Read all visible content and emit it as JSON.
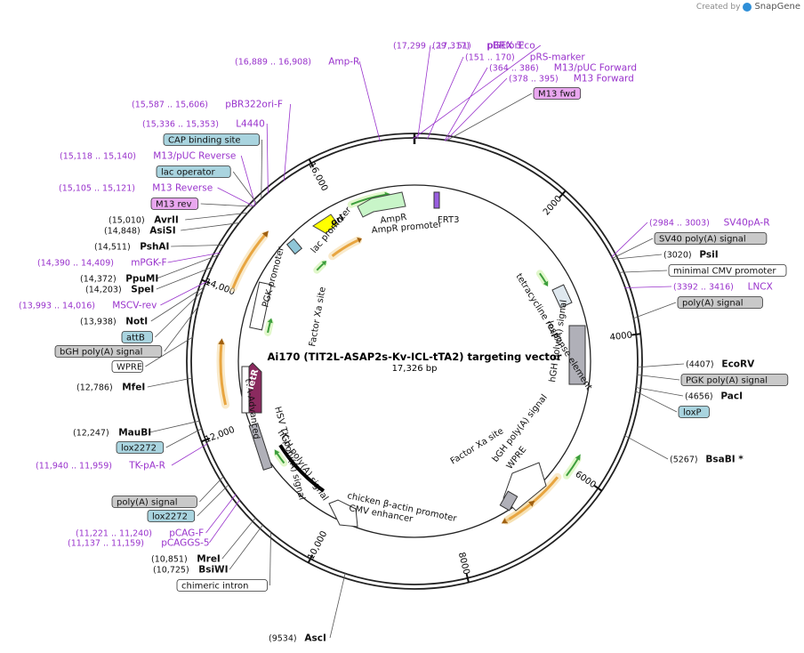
{
  "brand": {
    "created_by": "Created by",
    "name": "SnapGene"
  },
  "map": {
    "title": "Ai170 (TIT2L-ASAP2s-Kv-ICL-tTA2) targeting vector",
    "size_label": "17,326 bp",
    "length_bp": 17326,
    "ticks": [
      "2000",
      "4000",
      "6000",
      "8000",
      "10,000",
      "12,000",
      "14,000",
      "16,000"
    ]
  },
  "site_labels": [
    {
      "text": "pBRforEco",
      "coord": "(17,299 .. 17,317)",
      "style": "primer"
    },
    {
      "text": "pGEX 3'",
      "coord": "(29 .. 51)",
      "style": "primer"
    },
    {
      "text": "pRS-marker",
      "coord": "(151 .. 170)",
      "style": "primer"
    },
    {
      "text": "M13/pUC Forward",
      "coord": "(364 .. 386)",
      "style": "primer"
    },
    {
      "text": "M13 Forward",
      "coord": "(378 .. 395)",
      "style": "primer"
    },
    {
      "text": "M13 fwd",
      "coord": "",
      "style": "box-purple"
    },
    {
      "text": "Amp-R",
      "coord": "(16,889 .. 16,908)",
      "style": "primer"
    },
    {
      "text": "pBR322ori-F",
      "coord": "(15,587 .. 15,606)",
      "style": "primer"
    },
    {
      "text": "L4440",
      "coord": "(15,336 .. 15,353)",
      "style": "primer"
    },
    {
      "text": "CAP binding site",
      "coord": "",
      "style": "box-blue"
    },
    {
      "text": "M13/pUC Reverse",
      "coord": "(15,118 .. 15,140)",
      "style": "primer"
    },
    {
      "text": "lac operator",
      "coord": "",
      "style": "box-blue"
    },
    {
      "text": "M13 Reverse",
      "coord": "(15,105 .. 15,121)",
      "style": "primer"
    },
    {
      "text": "M13 rev",
      "coord": "",
      "style": "box-purple"
    },
    {
      "text": "AvrII",
      "coord": "(15,010)",
      "style": "enzyme"
    },
    {
      "text": "AsiSI",
      "coord": "(14,848)",
      "style": "enzyme"
    },
    {
      "text": "PshAI",
      "coord": "(14,511)",
      "style": "enzyme"
    },
    {
      "text": "mPGK-F",
      "coord": "(14,390 .. 14,409)",
      "style": "primer"
    },
    {
      "text": "PpuMI",
      "coord": "(14,372)",
      "style": "enzyme"
    },
    {
      "text": "SpeI",
      "coord": "(14,203)",
      "style": "enzyme"
    },
    {
      "text": "MSCV-rev",
      "coord": "(13,993 .. 14,016)",
      "style": "primer"
    },
    {
      "text": "NotI",
      "coord": "(13,938)",
      "style": "enzyme"
    },
    {
      "text": "attB",
      "coord": "",
      "style": "box-blue"
    },
    {
      "text": "bGH poly(A) signal",
      "coord": "",
      "style": "box-gray"
    },
    {
      "text": "WPRE",
      "coord": "",
      "style": "box-white"
    },
    {
      "text": "MfeI",
      "coord": "(12,786)",
      "style": "enzyme"
    },
    {
      "text": "MauBI",
      "coord": "(12,247)",
      "style": "enzyme"
    },
    {
      "text": "lox2272",
      "coord": "",
      "style": "box-blue"
    },
    {
      "text": "TK-pA-R",
      "coord": "(11,940 .. 11,959)",
      "style": "primer"
    },
    {
      "text": "poly(A) signal",
      "coord": "",
      "style": "box-gray"
    },
    {
      "text": "lox2272",
      "coord": "",
      "style": "box-blue"
    },
    {
      "text": "pCAG-F",
      "coord": "(11,221 .. 11,240)",
      "style": "primer"
    },
    {
      "text": "pCAGGS-5",
      "coord": "(11,137 .. 11,159)",
      "style": "primer"
    },
    {
      "text": "MreI",
      "coord": "(10,851)",
      "style": "enzyme"
    },
    {
      "text": "BsiWI",
      "coord": "(10,725)",
      "style": "enzyme"
    },
    {
      "text": "chimeric intron",
      "coord": "",
      "style": "box-white"
    },
    {
      "text": "AscI",
      "coord": "(9534)",
      "style": "enzyme"
    },
    {
      "text": "SV40pA-R",
      "coord": "(2984 .. 3003)",
      "style": "primer"
    },
    {
      "text": "SV40 poly(A) signal",
      "coord": "",
      "style": "box-gray"
    },
    {
      "text": "PsiI",
      "coord": "(3020)",
      "style": "enzyme"
    },
    {
      "text": "minimal CMV promoter",
      "coord": "",
      "style": "box-white"
    },
    {
      "text": "LNCX",
      "coord": "(3392 .. 3416)",
      "style": "primer"
    },
    {
      "text": "poly(A) signal",
      "coord": "",
      "style": "box-gray"
    },
    {
      "text": "EcoRV",
      "coord": "(4407)",
      "style": "enzyme"
    },
    {
      "text": "PGK poly(A) signal",
      "coord": "",
      "style": "box-gray"
    },
    {
      "text": "PacI",
      "coord": "(4656)",
      "style": "enzyme"
    },
    {
      "text": "loxP",
      "coord": "",
      "style": "box-blue"
    },
    {
      "text": "BsaBI *",
      "coord": "(5267)",
      "style": "enzyme"
    }
  ],
  "inner_labels": [
    "FRT3",
    "AmpR",
    "AmpR promoter",
    "ori",
    "lac promoter",
    "tetracycline response element",
    "loxP",
    "hGH poly(A) signal",
    "PGK promoter",
    "tTA-Advanced",
    "Factor Xa site",
    "TetR",
    "HSV TK poly(A) signal",
    "hGH poly(A) signal",
    "chicken β-actin promoter",
    "CMV enhancer",
    "Factor Xa site",
    "bGH poly(A) signal",
    "WPRE"
  ],
  "colors": {
    "backbone": "#222222",
    "primer": "#9933cc",
    "enzyme": "#111111",
    "blue_box": "#a9d4df",
    "gray_box": "#c9c9c9",
    "purple_box": "#e9a7ef",
    "orange_arrow": "#e8a540",
    "green_arrow": "#3c9e3c",
    "ori": "#ffff00",
    "ampr": "#c8f5c8",
    "tetr": "#8b2a5f"
  }
}
